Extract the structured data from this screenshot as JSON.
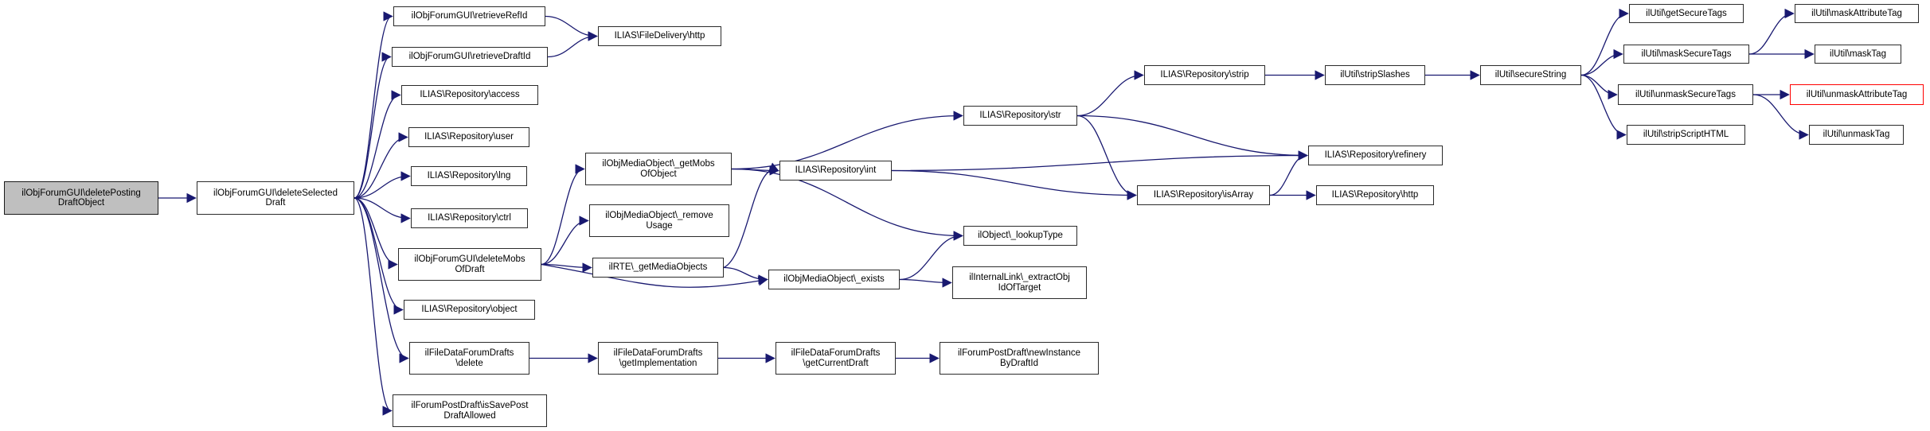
{
  "diagram": {
    "title": "Call graph for ilObjForumGUI\\deletePostingDraftObject",
    "edge_color": "#191970",
    "node_border_color": "#2b2b2b",
    "current_node_fill": "#bfbfbf",
    "truncated_node_border": "#ff0000",
    "nodes": [
      {
        "id": "deletePostingDraftObject",
        "type": "current",
        "lines": [
          "ilObjForumGUI\\deletePosting",
          "DraftObject"
        ]
      },
      {
        "id": "deleteSelectedDraft",
        "type": "normal",
        "lines": [
          "ilObjForumGUI\\deleteSelected",
          "Draft"
        ]
      },
      {
        "id": "retrieveRefId",
        "type": "normal",
        "lines": [
          "ilObjForumGUI\\retrieveRefId"
        ]
      },
      {
        "id": "retrieveDraftId",
        "type": "normal",
        "lines": [
          "ilObjForumGUI\\retrieveDraftId"
        ]
      },
      {
        "id": "repoAccess",
        "type": "normal",
        "lines": [
          "ILIAS\\Repository\\access"
        ]
      },
      {
        "id": "repoUser",
        "type": "normal",
        "lines": [
          "ILIAS\\Repository\\user"
        ]
      },
      {
        "id": "repoLng",
        "type": "normal",
        "lines": [
          "ILIAS\\Repository\\lng"
        ]
      },
      {
        "id": "repoCtrl",
        "type": "normal",
        "lines": [
          "ILIAS\\Repository\\ctrl"
        ]
      },
      {
        "id": "deleteMobsOfDraft",
        "type": "normal",
        "lines": [
          "ilObjForumGUI\\deleteMobs",
          "OfDraft"
        ]
      },
      {
        "id": "repoObject",
        "type": "normal",
        "lines": [
          "ILIAS\\Repository\\object"
        ]
      },
      {
        "id": "fddDelete",
        "type": "normal",
        "lines": [
          "ilFileDataForumDrafts",
          "\\delete"
        ]
      },
      {
        "id": "isSavePostDraftAllowed",
        "type": "normal",
        "lines": [
          "ilForumPostDraft\\isSavePost",
          "DraftAllowed"
        ]
      },
      {
        "id": "fileDeliveryHttp",
        "type": "normal",
        "lines": [
          "ILIAS\\FileDelivery\\http"
        ]
      },
      {
        "id": "getMobsOfObject",
        "type": "normal",
        "lines": [
          "ilObjMediaObject\\_getMobs",
          "OfObject"
        ]
      },
      {
        "id": "removeUsage",
        "type": "normal",
        "lines": [
          "ilObjMediaObject\\_remove",
          "Usage"
        ]
      },
      {
        "id": "getMediaObjects",
        "type": "normal",
        "lines": [
          "ilRTE\\_getMediaObjects"
        ]
      },
      {
        "id": "getImplementation",
        "type": "normal",
        "lines": [
          "ilFileDataForumDrafts",
          "\\getImplementation"
        ]
      },
      {
        "id": "repoInt",
        "type": "normal",
        "lines": [
          "ILIAS\\Repository\\int"
        ]
      },
      {
        "id": "mobExists",
        "type": "normal",
        "lines": [
          "ilObjMediaObject\\_exists"
        ]
      },
      {
        "id": "getCurrentDraft",
        "type": "normal",
        "lines": [
          "ilFileDataForumDrafts",
          "\\getCurrentDraft"
        ]
      },
      {
        "id": "repoStr",
        "type": "normal",
        "lines": [
          "ILIAS\\Repository\\str"
        ]
      },
      {
        "id": "lookupType",
        "type": "normal",
        "lines": [
          "ilObject\\_lookupType"
        ]
      },
      {
        "id": "extractObjIdOfTarget",
        "type": "normal",
        "lines": [
          "ilInternalLink\\_extractObj",
          "IdOfTarget"
        ]
      },
      {
        "id": "newInstanceByDraftId",
        "type": "normal",
        "lines": [
          "ilForumPostDraft\\newInstance",
          "ByDraftId"
        ]
      },
      {
        "id": "repoStrip",
        "type": "normal",
        "lines": [
          "ILIAS\\Repository\\strip"
        ]
      },
      {
        "id": "repoIsArray",
        "type": "normal",
        "lines": [
          "ILIAS\\Repository\\isArray"
        ]
      },
      {
        "id": "stripSlashes",
        "type": "normal",
        "lines": [
          "ilUtil\\stripSlashes"
        ]
      },
      {
        "id": "repoRefinery",
        "type": "normal",
        "lines": [
          "ILIAS\\Repository\\refinery"
        ]
      },
      {
        "id": "repoHttp",
        "type": "normal",
        "lines": [
          "ILIAS\\Repository\\http"
        ]
      },
      {
        "id": "secureString",
        "type": "normal",
        "lines": [
          "ilUtil\\secureString"
        ]
      },
      {
        "id": "getSecureTags",
        "type": "normal",
        "lines": [
          "ilUtil\\getSecureTags"
        ]
      },
      {
        "id": "maskSecureTags",
        "type": "normal",
        "lines": [
          "ilUtil\\maskSecureTags"
        ]
      },
      {
        "id": "unmaskSecureTags",
        "type": "normal",
        "lines": [
          "ilUtil\\unmaskSecureTags"
        ]
      },
      {
        "id": "stripScriptHTML",
        "type": "normal",
        "lines": [
          "ilUtil\\stripScriptHTML"
        ]
      },
      {
        "id": "maskAttributeTag",
        "type": "normal",
        "lines": [
          "ilUtil\\maskAttributeTag"
        ]
      },
      {
        "id": "maskTag",
        "type": "normal",
        "lines": [
          "ilUtil\\maskTag"
        ]
      },
      {
        "id": "unmaskAttributeTag",
        "type": "truncated",
        "lines": [
          "ilUtil\\unmaskAttributeTag"
        ]
      },
      {
        "id": "unmaskTag",
        "type": "normal",
        "lines": [
          "ilUtil\\unmaskTag"
        ]
      }
    ],
    "edges": [
      [
        "deletePostingDraftObject",
        "deleteSelectedDraft",
        0
      ],
      [
        "deleteSelectedDraft",
        "retrieveRefId",
        0
      ],
      [
        "deleteSelectedDraft",
        "retrieveDraftId",
        0
      ],
      [
        "deleteSelectedDraft",
        "repoAccess",
        0
      ],
      [
        "deleteSelectedDraft",
        "repoUser",
        0
      ],
      [
        "deleteSelectedDraft",
        "repoLng",
        0
      ],
      [
        "deleteSelectedDraft",
        "repoCtrl",
        0
      ],
      [
        "deleteSelectedDraft",
        "deleteMobsOfDraft",
        0
      ],
      [
        "deleteSelectedDraft",
        "repoObject",
        0
      ],
      [
        "deleteSelectedDraft",
        "fddDelete",
        0
      ],
      [
        "deleteSelectedDraft",
        "isSavePostDraftAllowed",
        0
      ],
      [
        "retrieveRefId",
        "fileDeliveryHttp",
        0
      ],
      [
        "retrieveDraftId",
        "fileDeliveryHttp",
        0
      ],
      [
        "deleteMobsOfDraft",
        "getMobsOfObject",
        0
      ],
      [
        "deleteMobsOfDraft",
        "removeUsage",
        0
      ],
      [
        "deleteMobsOfDraft",
        "getMediaObjects",
        0
      ],
      [
        "deleteMobsOfDraft",
        "mobExists",
        22
      ],
      [
        "getMobsOfObject",
        "repoInt",
        0
      ],
      [
        "getMobsOfObject",
        "repoStr",
        0
      ],
      [
        "getMobsOfObject",
        "lookupType",
        0
      ],
      [
        "getMediaObjects",
        "repoInt",
        -14
      ],
      [
        "getMediaObjects",
        "mobExists",
        0
      ],
      [
        "mobExists",
        "lookupType",
        0
      ],
      [
        "mobExists",
        "extractObjIdOfTarget",
        0
      ],
      [
        "repoInt",
        "repoIsArray",
        0
      ],
      [
        "repoInt",
        "repoRefinery",
        0
      ],
      [
        "repoStr",
        "repoStrip",
        0
      ],
      [
        "repoStr",
        "repoIsArray",
        0
      ],
      [
        "repoStr",
        "repoRefinery",
        0
      ],
      [
        "repoIsArray",
        "repoRefinery",
        0
      ],
      [
        "repoIsArray",
        "repoHttp",
        0
      ],
      [
        "repoStrip",
        "stripSlashes",
        0
      ],
      [
        "stripSlashes",
        "secureString",
        0
      ],
      [
        "secureString",
        "getSecureTags",
        0
      ],
      [
        "secureString",
        "maskSecureTags",
        0
      ],
      [
        "secureString",
        "unmaskSecureTags",
        0
      ],
      [
        "secureString",
        "stripScriptHTML",
        0
      ],
      [
        "maskSecureTags",
        "maskAttributeTag",
        0
      ],
      [
        "maskSecureTags",
        "maskTag",
        0
      ],
      [
        "unmaskSecureTags",
        "unmaskAttributeTag",
        0
      ],
      [
        "unmaskSecureTags",
        "unmaskTag",
        0
      ],
      [
        "fddDelete",
        "getImplementation",
        0
      ],
      [
        "getImplementation",
        "getCurrentDraft",
        0
      ],
      [
        "getCurrentDraft",
        "newInstanceByDraftId",
        0
      ]
    ]
  }
}
